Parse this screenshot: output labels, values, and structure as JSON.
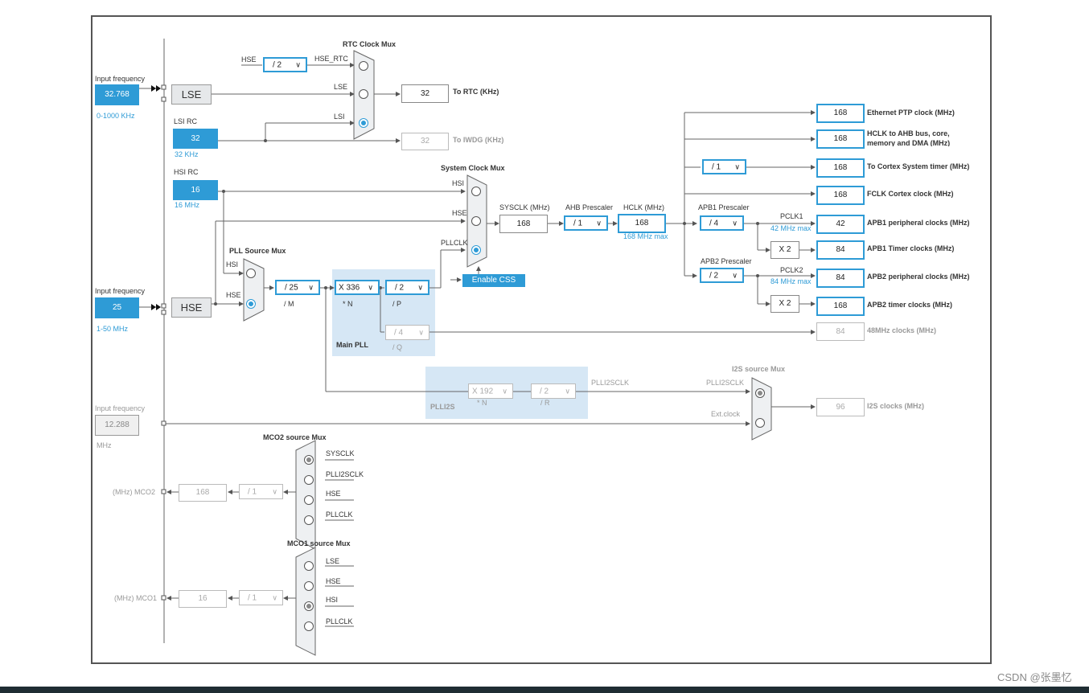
{
  "inputs": {
    "lse_freq_label": "Input frequency",
    "lse_freq_value": "32.768",
    "lse_freq_range": "0-1000 KHz",
    "lsi_label": "LSI RC",
    "lsi_value": "32",
    "lsi_unit": "32 KHz",
    "hsi_label": "HSI RC",
    "hsi_value": "16",
    "hsi_unit": "16 MHz",
    "hse_freq_label": "Input frequency",
    "hse_freq_value": "25",
    "hse_freq_range": "1-50 MHz",
    "ext_freq_label": "Input frequency",
    "ext_freq_value": "12.288",
    "ext_freq_unit": "MHz",
    "lse_name": "LSE",
    "hse_name": "HSE"
  },
  "rtc": {
    "mux_title": "RTC Clock Mux",
    "hse_label": "HSE",
    "div_value": "/ 2",
    "hse_rtc_label": "HSE_RTC",
    "lse_label": "LSE",
    "lsi_label": "LSI",
    "rtc_value": "32",
    "rtc_label": "To RTC (KHz)",
    "iwdg_value": "32",
    "iwdg_label": "To IWDG (KHz)"
  },
  "sysclk": {
    "mux_title": "System Clock Mux",
    "hsi": "HSI",
    "hse": "HSE",
    "pllclk": "PLLCLK",
    "sysclk_label": "SYSCLK (MHz)",
    "sysclk_value": "168",
    "ahb_label": "AHB Prescaler",
    "ahb_value": "/ 1",
    "hclk_label": "HCLK (MHz)",
    "hclk_value": "168",
    "hclk_max": "168 MHz max",
    "enable_css": "Enable CSS"
  },
  "pll": {
    "source_title": "PLL Source Mux",
    "hsi": "HSI",
    "hse": "HSE",
    "m_value": "/ 25",
    "m_label": "/ M",
    "n_value": "X 336",
    "n_label": "* N",
    "p_value": "/ 2",
    "p_label": "/ P",
    "q_value": "/ 4",
    "q_label": "/ Q",
    "title": "Main PLL"
  },
  "plli2s": {
    "n_value": "X 192",
    "n_label": "* N",
    "r_value": "/ 2",
    "r_label": "/ R",
    "title": "PLLI2S",
    "out_label": "PLLI2SCLK"
  },
  "i2s": {
    "mux_title": "I2S source Mux",
    "in1": "PLLI2SCLK",
    "in2": "Ext.clock",
    "value": "96",
    "label": "I2S clocks (MHz)"
  },
  "outputs": {
    "eth_value": "168",
    "eth_label": "Ethernet PTP clock (MHz)",
    "hclk_ahb_value": "168",
    "hclk_ahb_label1": "HCLK to AHB bus, core,",
    "hclk_ahb_label2": "memory and DMA (MHz)",
    "cortex_div": "/ 1",
    "cortex_value": "168",
    "cortex_label": "To Cortex System timer (MHz)",
    "fclk_value": "168",
    "fclk_label": "FCLK Cortex clock (MHz)",
    "apb1_prescaler_label": "APB1 Prescaler",
    "apb1_div": "/ 4",
    "pclk1": "PCLK1",
    "pclk1_max": "42 MHz max",
    "apb1_periph_value": "42",
    "apb1_periph_label": "APB1 peripheral clocks (MHz)",
    "apb1_timer_mul": "X 2",
    "apb1_timer_value": "84",
    "apb1_timer_label": "APB1 Timer clocks (MHz)",
    "apb2_prescaler_label": "APB2 Prescaler",
    "apb2_div": "/ 2",
    "pclk2": "PCLK2",
    "pclk2_max": "84 MHz max",
    "apb2_periph_value": "84",
    "apb2_periph_label": "APB2 peripheral clocks (MHz)",
    "apb2_timer_mul": "X 2",
    "apb2_timer_value": "168",
    "apb2_timer_label": "APB2 timer clocks (MHz)",
    "clk48_value": "84",
    "clk48_label": "48MHz clocks (MHz)"
  },
  "mco2": {
    "mux_title": "MCO2 source Mux",
    "in1": "SYSCLK",
    "in2": "PLLI2SCLK",
    "in3": "HSE",
    "in4": "PLLCLK",
    "div": "/ 1",
    "value": "168",
    "label": "(MHz) MCO2"
  },
  "mco1": {
    "mux_title": "MCO1 source Mux",
    "in1": "LSE",
    "in2": "HSE",
    "in3": "HSI",
    "in4": "PLLCLK",
    "div": "/ 1",
    "value": "16",
    "label": "(MHz) MCO1"
  },
  "watermark": "CSDN @张墨忆",
  "colors": {
    "accent": "#2e9bd6",
    "region": "#d6e7f5",
    "line": "#555555"
  }
}
